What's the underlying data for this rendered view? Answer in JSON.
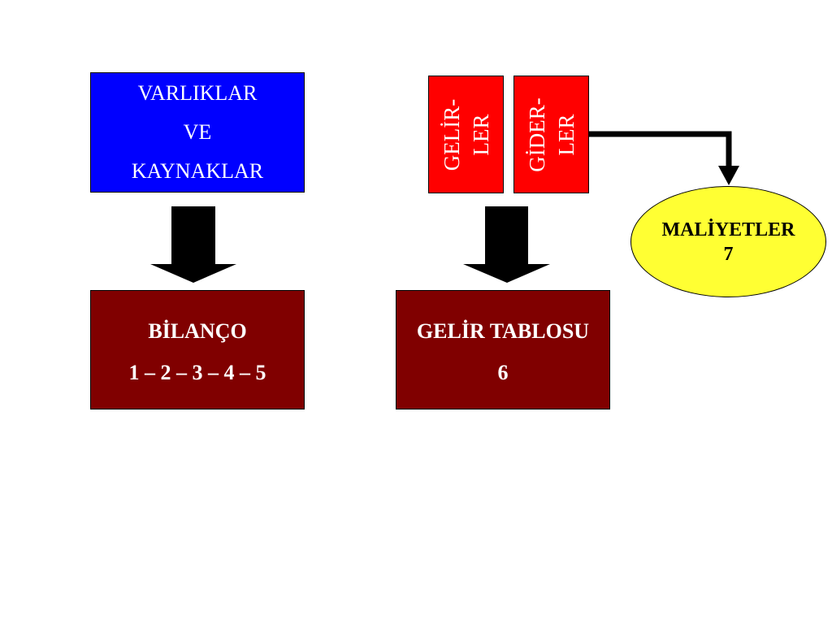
{
  "colors": {
    "blue_box": "#0000ff",
    "dark_red_box": "#800000",
    "red_box": "#ff0000",
    "yellow_ellipse": "#ffff33",
    "arrow": "#000000"
  },
  "varliklar_box": {
    "line1": "VARLIKLAR",
    "line2": "VE",
    "line3": "KAYNAKLAR"
  },
  "bilanco_box": {
    "title": "BİLANÇO",
    "numbers": "1 – 2 – 3 – 4 – 5"
  },
  "gelirler_box": {
    "line1": "GELİR-",
    "line2": "LER"
  },
  "giderler_box": {
    "line1": "GİDER-",
    "line2": "LER"
  },
  "gelir_tablosu_box": {
    "title": "GELİR TABLOSU",
    "number": "6"
  },
  "maliyetler_ellipse": {
    "title": "MALİYETLER",
    "number": "7"
  }
}
